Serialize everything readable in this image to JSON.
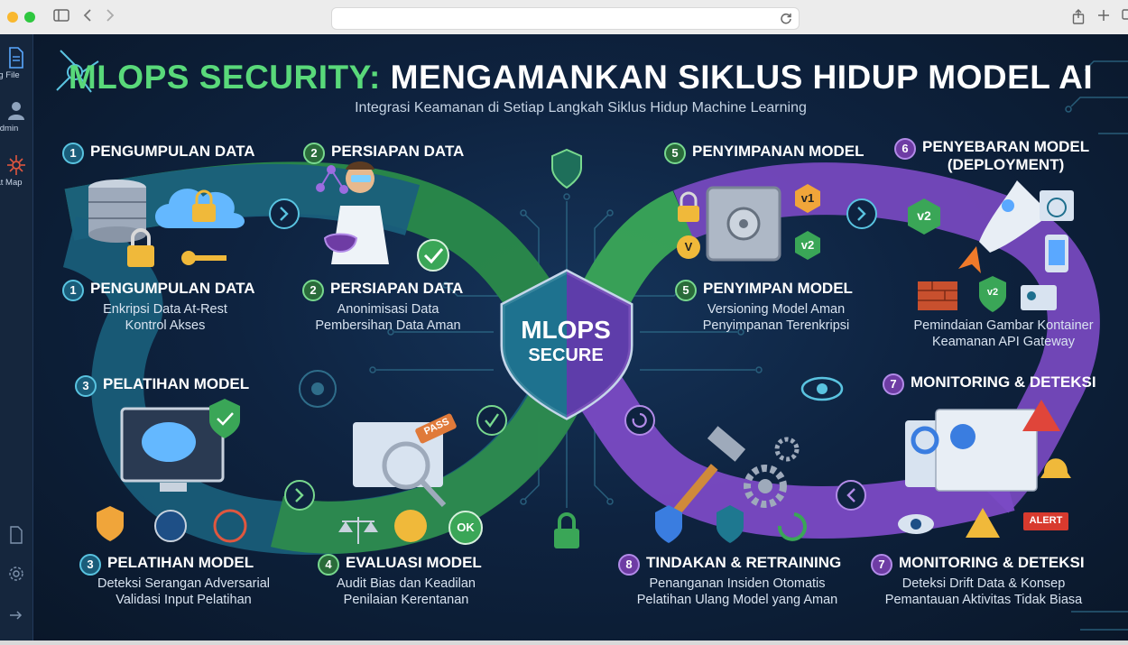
{
  "browser": {
    "url": ""
  },
  "sidebar": {
    "items": [
      {
        "label": "g File",
        "icon": "file-icon"
      },
      {
        "label": "dmin",
        "icon": "user-icon"
      },
      {
        "label": "at Map",
        "icon": "threat-map-icon"
      }
    ]
  },
  "infographic": {
    "title_accent": "MLOPS SECURITY:",
    "title_rest": " MENGAMANKAN SIKLUS HIDUP MODEL AI",
    "subtitle": "Integrasi Keamanan di Setiap Langkah Siklus Hidup Machine Learning",
    "shield": {
      "line1": "MLOPS",
      "line2": "SECURE"
    },
    "badges": {
      "pass": "PASS",
      "ok": "OK",
      "alert": "ALERT",
      "v1": "v1",
      "v2": "v2",
      "v": "V"
    },
    "top_stages": [
      {
        "num": "1",
        "title": "PENGUMPULAN DATA"
      },
      {
        "num": "2",
        "title": "PERSIAPAN DATA"
      },
      {
        "num": "5",
        "title": "PENYIMPANAN MODEL"
      },
      {
        "num": "6",
        "title": "PENYEBARAN MODEL",
        "title2": "(DEPLOYMENT)"
      },
      {
        "num": "3",
        "title": "PELATIHAN MODEL"
      },
      {
        "num": "7",
        "title": "MONITORING & DETEKSI"
      }
    ],
    "detail_stages": [
      {
        "num": "1",
        "title": "PENGUMPULAN DATA",
        "line1": "Enkripsi Data At-Rest",
        "line2": "Kontrol Akses"
      },
      {
        "num": "2",
        "title": "PERSIAPAN DATA",
        "line1": "Anonimisasi Data",
        "line2": "Pembersihan Data Aman"
      },
      {
        "num": "5",
        "title": "PENYIMPAN MODEL",
        "line1": "Versioning Model Aman",
        "line2": "Penyimpanan Terenkripsi"
      },
      {
        "num": "",
        "title": "",
        "line1": "Pemindaian Gambar Kontainer",
        "line2": "Keamanan API Gateway"
      },
      {
        "num": "3",
        "title": "PELATIHAN MODEL",
        "line1": "Deteksi Serangan Adversarial",
        "line2": "Validasi Input Pelatihan"
      },
      {
        "num": "4",
        "title": "EVALUASI MODEL",
        "line1": "Audit Bias dan Keadilan",
        "line2": "Penilaian Kerentanan"
      },
      {
        "num": "8",
        "title": "TINDAKAN & RETRAINING",
        "line1": "Penanganan Insiden Otomatis",
        "line2": "Pelatihan Ulang Model yang Aman"
      },
      {
        "num": "7",
        "title": "MONITORING & DETEKSI",
        "line1": "Deteksi Drift Data & Konsep",
        "line2": "Pemantauan Aktivitas Tidak Biasa"
      }
    ],
    "colors": {
      "teal": "#1e6f8e",
      "green": "#3aa657",
      "purple": "#7b4ac4",
      "accent_green": "#59d97a"
    }
  }
}
